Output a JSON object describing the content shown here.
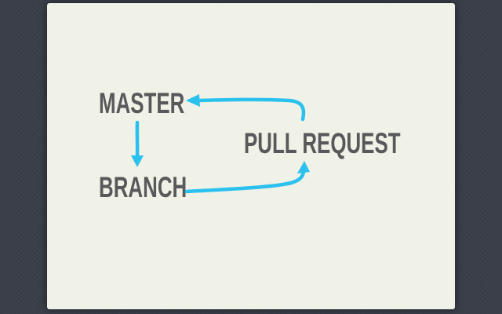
{
  "slide": {
    "labels": {
      "master": "MASTER",
      "branch": "BRANCH",
      "pull_request": "PULL REQUEST"
    }
  },
  "colors": {
    "arrow": "#2ac1ef",
    "label_text": "#59595b",
    "slide_background": "#f0f1e7",
    "desktop_background": "#3a3f49"
  },
  "diagram": {
    "type": "flow-cycle",
    "edges": [
      {
        "from": "MASTER",
        "to": "BRANCH"
      },
      {
        "from": "BRANCH",
        "to": "PULL REQUEST"
      },
      {
        "from": "PULL REQUEST",
        "to": "MASTER"
      }
    ]
  }
}
